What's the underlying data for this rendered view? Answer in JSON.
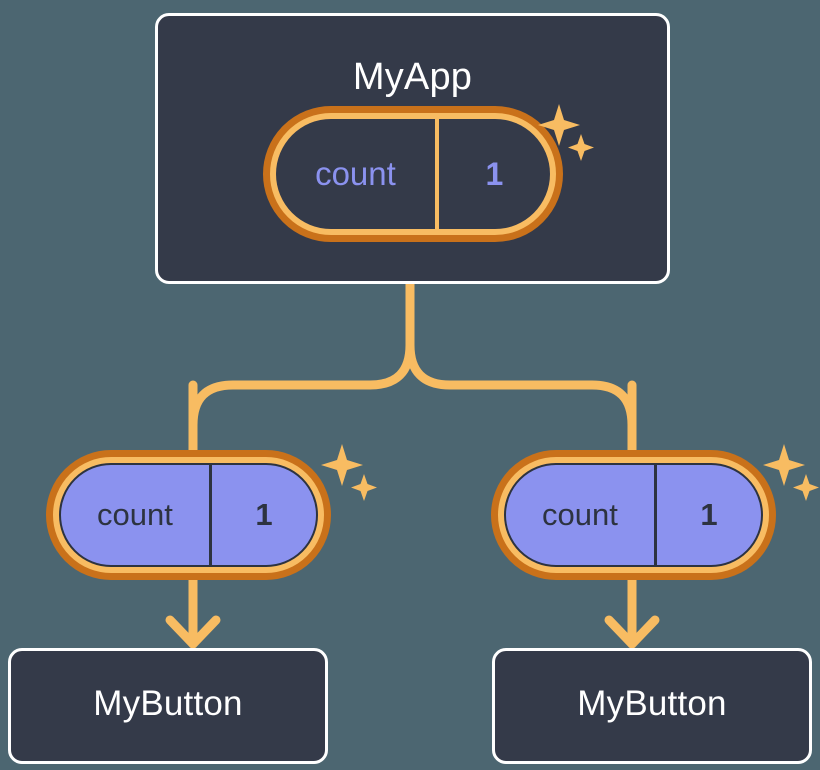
{
  "colors": {
    "background": "#4c6671",
    "card_fill": "#343a49",
    "card_border": "#ffffff",
    "connector": "#f8bc62",
    "pill_ring_outer": "#c9711a",
    "pill_ring_inner": "#f8bc62",
    "pill_purple_fill": "#8b92ef",
    "text_purple": "#8b92ef",
    "text_dark": "#2d3340",
    "text_white": "#ffffff"
  },
  "diagram": {
    "root": {
      "title": "MyApp",
      "state": {
        "key": "count",
        "value": "1"
      },
      "sparkle": "sparkle-icon"
    },
    "children": [
      {
        "state": {
          "key": "count",
          "value": "1"
        },
        "sparkle": "sparkle-icon",
        "title": "MyButton"
      },
      {
        "state": {
          "key": "count",
          "value": "1"
        },
        "sparkle": "sparkle-icon",
        "title": "MyButton"
      }
    ]
  }
}
